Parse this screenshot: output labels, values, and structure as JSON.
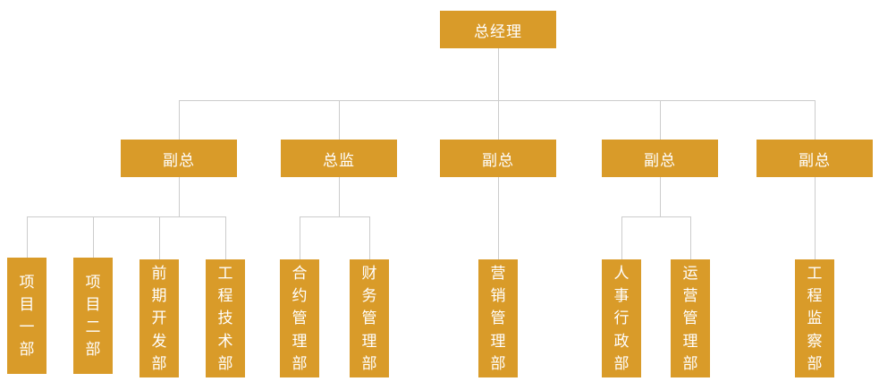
{
  "diagram": {
    "type": "organization-chart",
    "title_text": "总经理",
    "colors": {
      "node_fill": "#d99b29",
      "node_text": "#ffffff",
      "connector": "#cccccc",
      "background": "#ffffff"
    },
    "root": {
      "label": "总经理",
      "level": 1
    },
    "level2": [
      {
        "label": "副总",
        "index": 0
      },
      {
        "label": "总监",
        "index": 1
      },
      {
        "label": "副总",
        "index": 2
      },
      {
        "label": "副总",
        "index": 3
      },
      {
        "label": "副总",
        "index": 4
      }
    ],
    "level3": [
      {
        "label": "项目一部",
        "parent": 0,
        "chars": [
          "项",
          "目",
          "一",
          "部"
        ]
      },
      {
        "label": "项目二部",
        "parent": 0,
        "chars": [
          "项",
          "目",
          "二",
          "部"
        ]
      },
      {
        "label": "前期开发部",
        "parent": 0,
        "chars": [
          "前",
          "期",
          "开",
          "发",
          "部"
        ]
      },
      {
        "label": "工程技术部",
        "parent": 0,
        "chars": [
          "工",
          "程",
          "技",
          "术",
          "部"
        ]
      },
      {
        "label": "合约管理部",
        "parent": 1,
        "chars": [
          "合",
          "约",
          "管",
          "理",
          "部"
        ]
      },
      {
        "label": "财务管理部",
        "parent": 1,
        "chars": [
          "财",
          "务",
          "管",
          "理",
          "部"
        ]
      },
      {
        "label": "营销管理部",
        "parent": 2,
        "chars": [
          "营",
          "销",
          "管",
          "理",
          "部"
        ]
      },
      {
        "label": "人事行政部",
        "parent": 3,
        "chars": [
          "人",
          "事",
          "行",
          "政",
          "部"
        ]
      },
      {
        "label": "运营管理部",
        "parent": 3,
        "chars": [
          "运",
          "营",
          "管",
          "理",
          "部"
        ]
      },
      {
        "label": "工程监察部",
        "parent": 4,
        "chars": [
          "工",
          "程",
          "监",
          "察",
          "部"
        ]
      }
    ]
  }
}
